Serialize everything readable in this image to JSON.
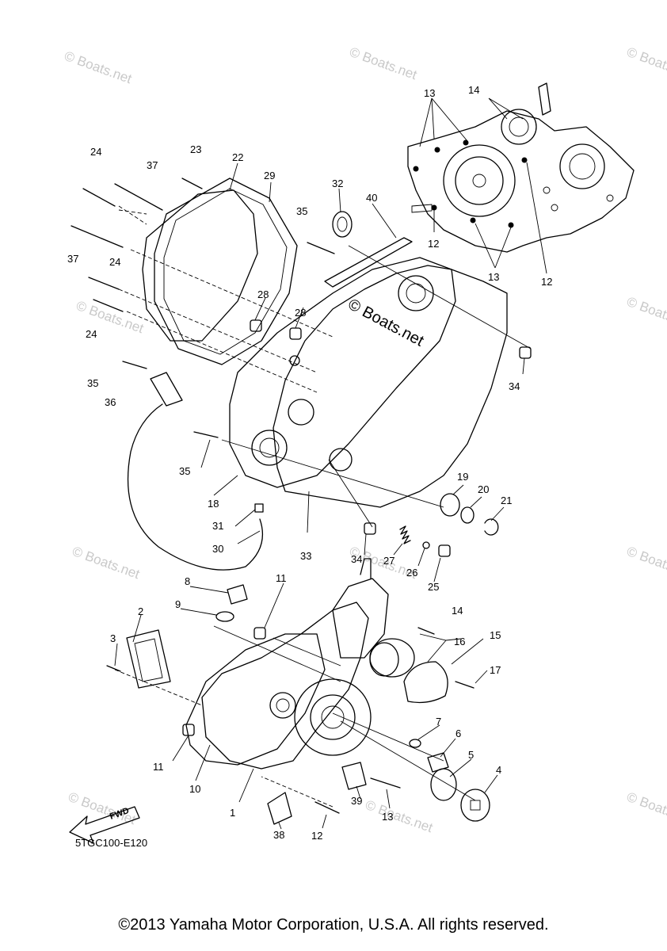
{
  "watermark": "© Boats.net",
  "callouts": [
    "1",
    "2",
    "3",
    "4",
    "5",
    "6",
    "7",
    "8",
    "9",
    "10",
    "11",
    "12",
    "13",
    "14",
    "15",
    "16",
    "17",
    "18",
    "19",
    "20",
    "21",
    "22",
    "23",
    "24",
    "25",
    "26",
    "27",
    "28",
    "29",
    "30",
    "31",
    "32",
    "33",
    "34",
    "35",
    "36",
    "37",
    "38",
    "39",
    "40"
  ],
  "diagram_code": "5TGC100-E120",
  "fwd_label": "FWD",
  "copyright": "©2013 Yamaha Motor Corporation, U.S.A. All rights reserved."
}
